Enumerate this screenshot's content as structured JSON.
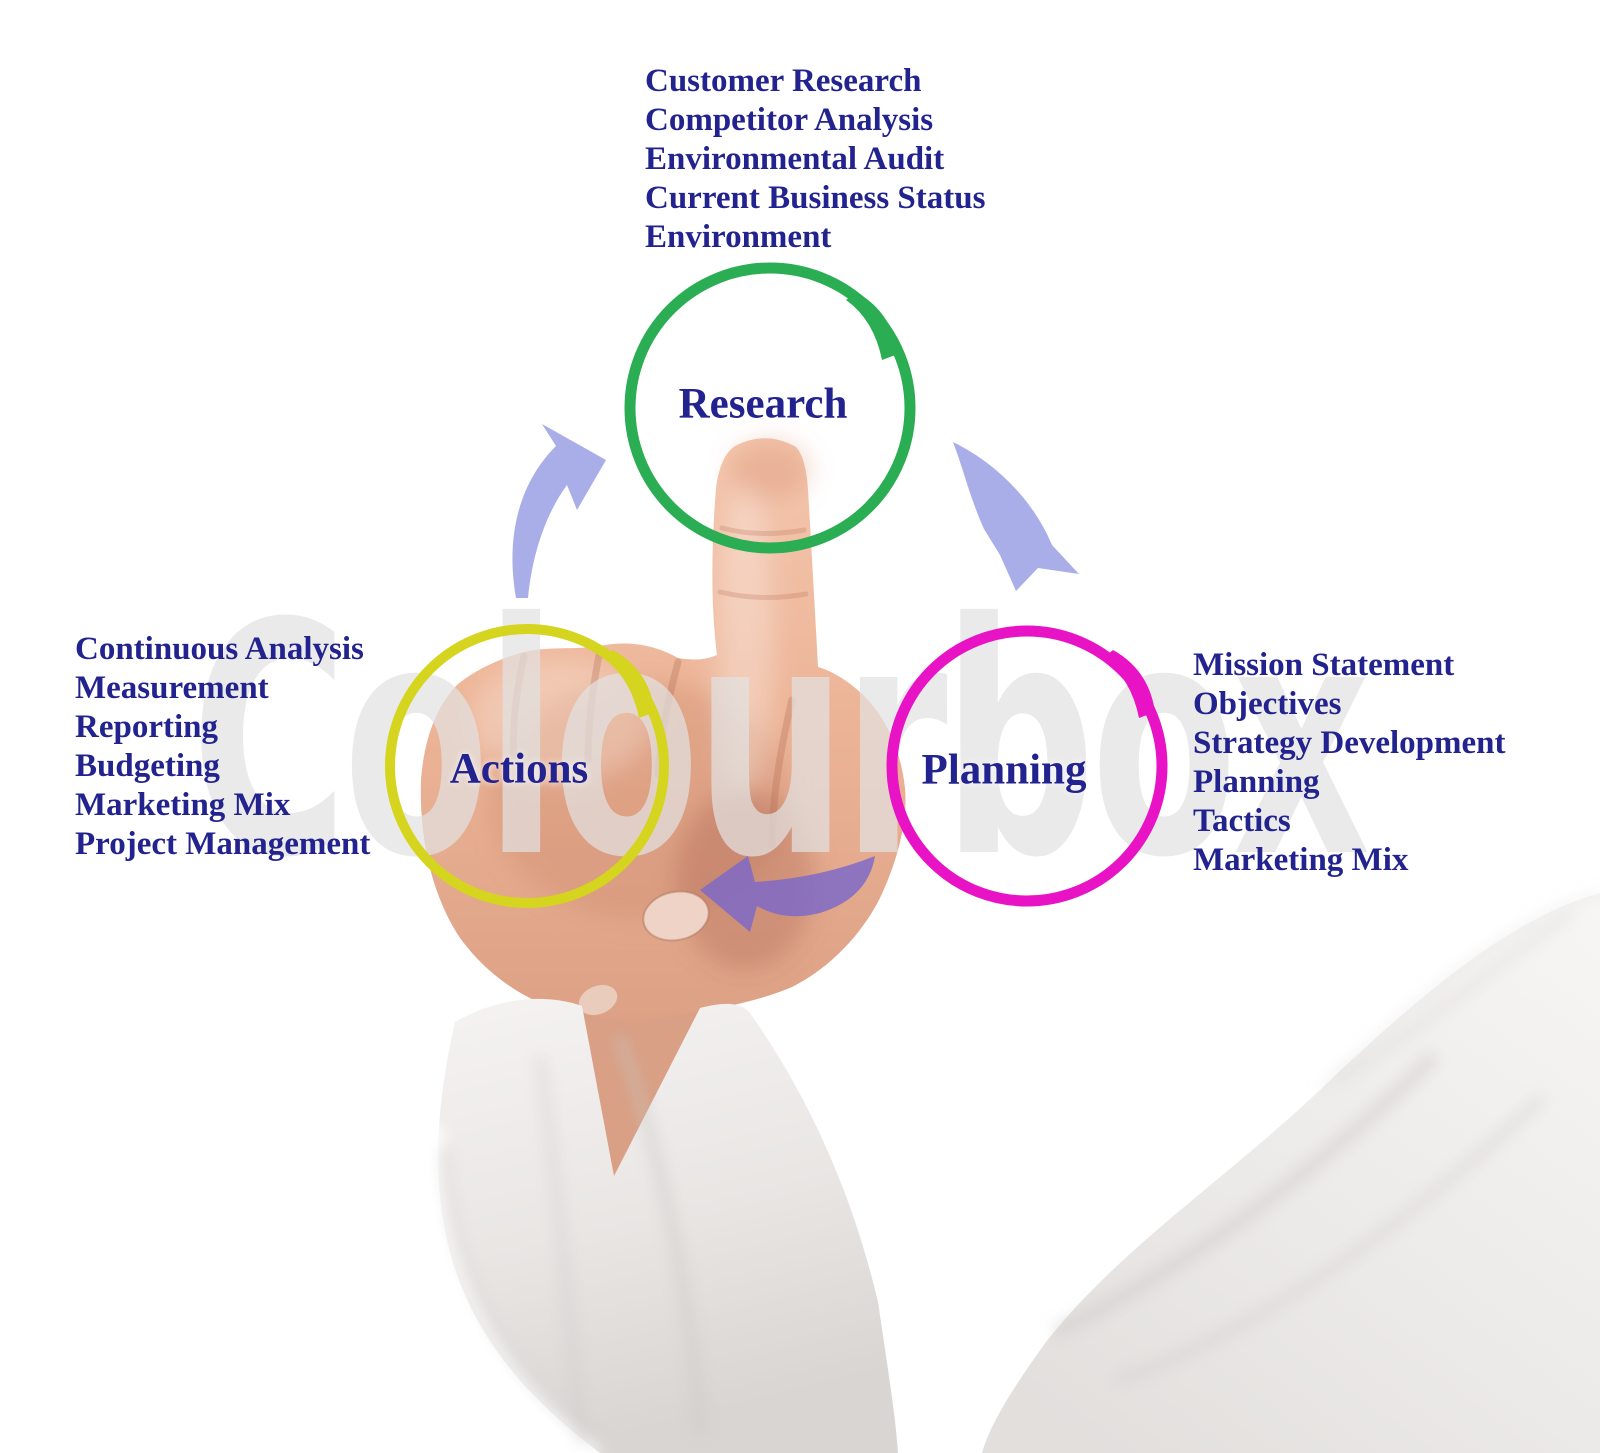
{
  "watermark": {
    "text": "Colourbox"
  },
  "diagram": {
    "text_color": "#23238f",
    "nodes": [
      {
        "id": "research",
        "label": "Research",
        "color": "#2aad53",
        "items": [
          "Customer Research",
          "Competitor Analysis",
          "Environmental Audit",
          "Current Business Status",
          "Environment"
        ]
      },
      {
        "id": "actions",
        "label": "Actions",
        "color": "#d5d41e",
        "items": [
          "Continuous Analysis",
          "Measurement",
          "Reporting",
          "Budgeting",
          "Marketing Mix",
          "Project Management"
        ]
      },
      {
        "id": "planning",
        "label": "Planning",
        "color": "#e813c5",
        "items": [
          "Mission Statement",
          "Objectives",
          "Strategy Development",
          "Planning",
          "Tactics",
          "Marketing Mix"
        ]
      }
    ],
    "arrows": [
      {
        "id": "actions-to-research",
        "color": "#a9aee8"
      },
      {
        "id": "research-to-planning",
        "color": "#a9aee8"
      },
      {
        "id": "planning-to-actions",
        "color": "#7b68c9"
      }
    ]
  }
}
